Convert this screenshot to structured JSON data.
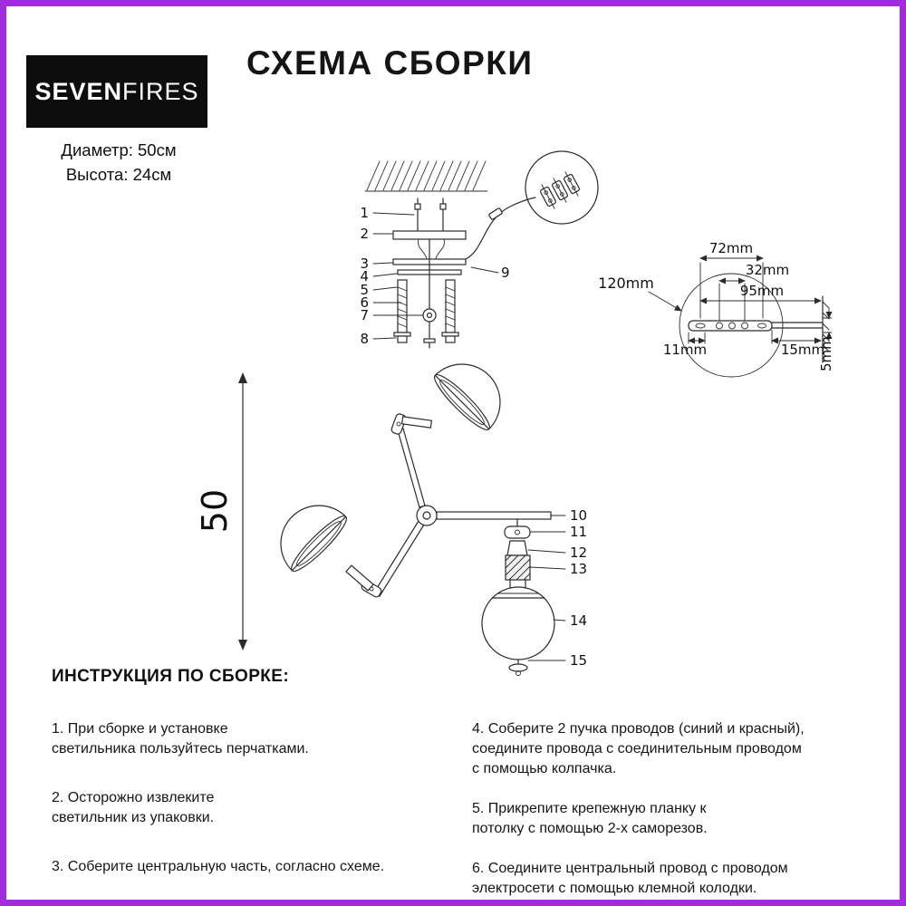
{
  "colors": {
    "border": "#a22bdf",
    "logo_bg": "#0d0d0d",
    "ink": "#151515"
  },
  "brand": {
    "name_bold": "SEVEN",
    "name_light": "FIRES"
  },
  "header": {
    "title": "СХЕМА СБОРКИ"
  },
  "specs": {
    "diameter": "Диаметр: 50см",
    "height": "Высота: 24см"
  },
  "drawing": {
    "part_numbers": [
      "1",
      "2",
      "3",
      "4",
      "5",
      "6",
      "7",
      "8",
      "9",
      "10",
      "11",
      "12",
      "13",
      "14",
      "15"
    ],
    "dimensions": {
      "bracket_width": "72mm",
      "hole_spacing": "32mm",
      "depth": "95mm",
      "plate_length": "120mm",
      "left_offset": "11mm",
      "right_offset": "15mm",
      "thickness": "5mm"
    },
    "height_label": "50"
  },
  "instructions": {
    "heading": "ИНСТРУКЦИЯ ПО СБОРКЕ:",
    "items": [
      "1. При сборке и установке\nсветильника пользуйтесь перчатками.",
      "2. Осторожно извлеките\nсветильник из упаковки.",
      "3. Соберите центральную часть, согласно схеме.",
      "4. Соберите 2 пучка проводов (синий и красный),\nсоедините провода с соединительным проводом\nс помощью колпачка.",
      "5. Прикрепите крепежную планку к\nпотолку с помощью 2-х саморезов.",
      "6. Соедините центральный провод с проводом\nэлектросети с помощью клемной колодки."
    ]
  }
}
